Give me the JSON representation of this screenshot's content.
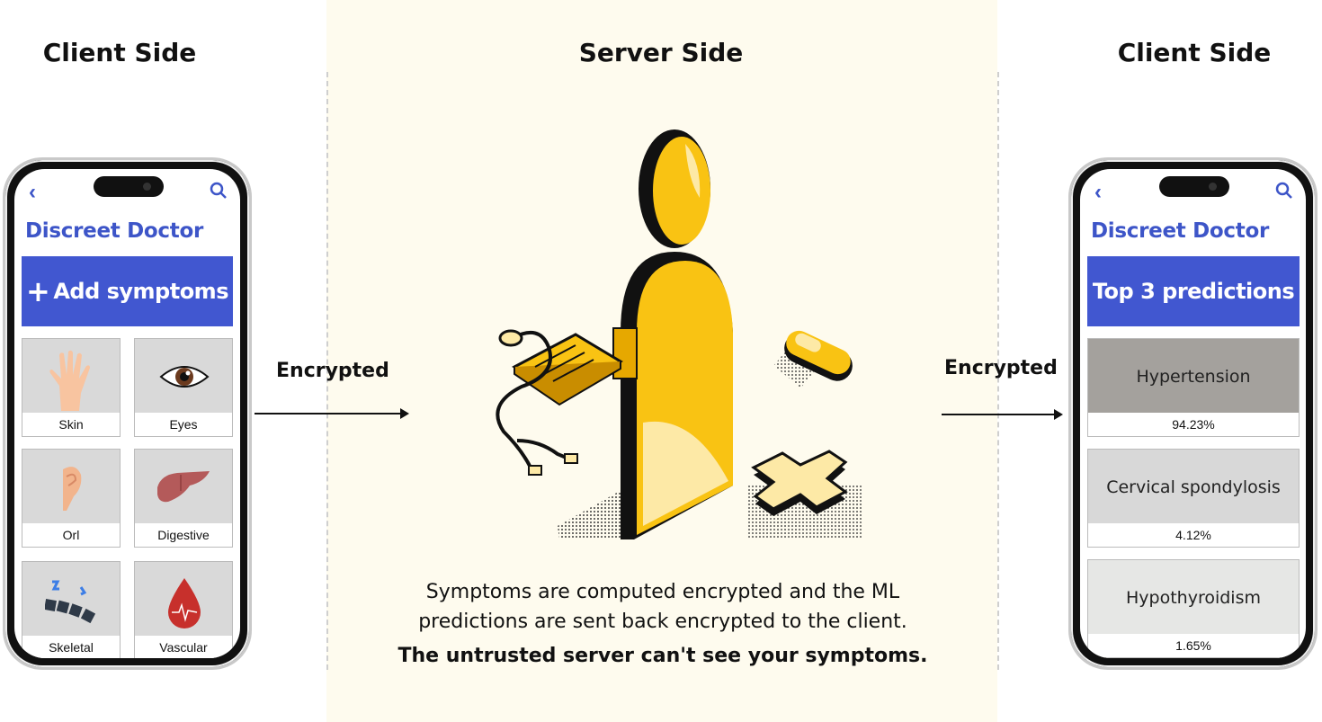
{
  "headings": {
    "left": "Client Side",
    "center": "Server Side",
    "right": "Client Side"
  },
  "arrows": {
    "left_label": "Encrypted",
    "right_label": "Encrypted"
  },
  "left_phone": {
    "app_title": "Discreet Doctor",
    "banner": "Add symptoms",
    "categories": [
      {
        "label": "Skin",
        "icon": "hand-icon"
      },
      {
        "label": "Eyes",
        "icon": "eye-icon"
      },
      {
        "label": "Orl",
        "icon": "ear-icon"
      },
      {
        "label": "Digestive",
        "icon": "liver-icon"
      },
      {
        "label": "Skeletal",
        "icon": "spine-icon"
      },
      {
        "label": "Vascular",
        "icon": "blood-drop-icon"
      }
    ]
  },
  "right_phone": {
    "app_title": "Discreet Doctor",
    "banner": "Top 3 predictions",
    "predictions": [
      {
        "name": "Hypertension",
        "probability": "94.23%",
        "color": "#a4a19d"
      },
      {
        "name": "Cervical spondylosis",
        "probability": "4.12%",
        "color": "#d8d8d8"
      },
      {
        "name": "Hypothyroidism",
        "probability": "1.65%",
        "color": "#e6e7e5"
      }
    ]
  },
  "caption": {
    "line1": "Symptoms are computed encrypted and the ML",
    "line2": "predictions are sent back encrypted to the client.",
    "line3": "The untrusted server can't see your symptoms."
  },
  "colors": {
    "brand": "#4157d0",
    "title": "#3d55c8",
    "accent": "#f9c313",
    "server_bg": "#fefbee"
  }
}
